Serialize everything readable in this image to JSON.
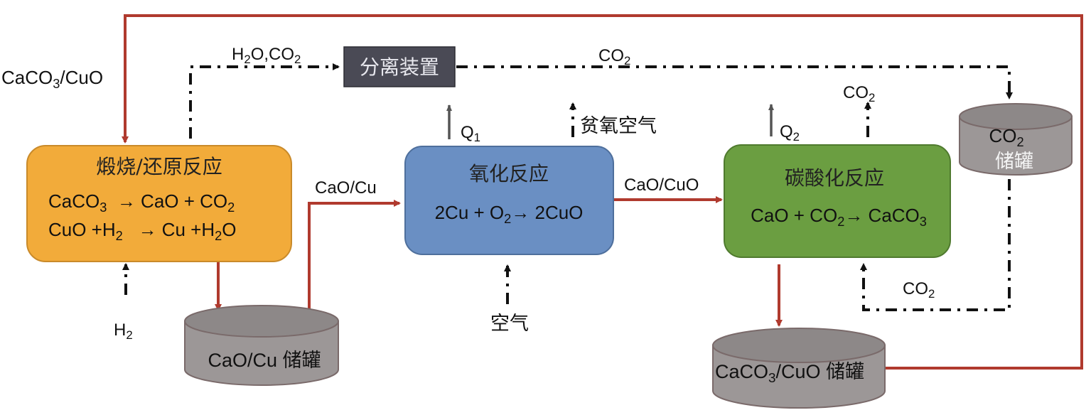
{
  "colors": {
    "flow_red": "#b03a2e",
    "dash_black": "#111111",
    "orange_box": "#f2ab3a",
    "blue_box": "#6a8fc3",
    "green_box": "#6b9e41",
    "tank_gray": "#9c9797",
    "tank_top": "#8d8888",
    "separator_box": "#4a4a55"
  },
  "labels": {
    "cacO3_cuo_return": [
      "CaCO",
      "3",
      "/CuO"
    ],
    "h2o_co2": [
      "H",
      "2",
      "O,CO",
      "2"
    ],
    "separator": "分离装置",
    "co2_top": [
      "CO",
      "2"
    ],
    "q1": [
      "Q",
      "1"
    ],
    "lean_air": "贫氧空气",
    "q2": [
      "Q",
      "2"
    ],
    "co2_out": [
      "CO",
      "2"
    ],
    "co2_tank": [
      "CO",
      "2"
    ],
    "tank_word": "储罐",
    "cao_cu_flow": "CaO/Cu",
    "cao_cuo_flow": "CaO/CuO",
    "h2": [
      "H",
      "2"
    ],
    "air": "空气",
    "co2_recycle": [
      "CO",
      "2"
    ],
    "cao_cu_tank": "CaO/Cu 储罐",
    "caco3_cuo_tank": [
      "CaCO",
      "3",
      "/CuO 储罐"
    ]
  },
  "reactors": {
    "calcination": {
      "title": "煅烧/还原反应",
      "eq1": [
        "CaCO",
        "3",
        "  → CaO + CO",
        "2"
      ],
      "eq2": [
        "CuO +H",
        "2",
        "   → Cu +H",
        "2",
        "O"
      ]
    },
    "oxidation": {
      "title": "氧化反应",
      "eq": [
        "2Cu + O",
        "2",
        "→ 2CuO"
      ]
    },
    "carbonation": {
      "title": "碳酸化反应",
      "eq": [
        "CaO + CO",
        "2",
        "→ CaCO",
        "3"
      ]
    }
  }
}
